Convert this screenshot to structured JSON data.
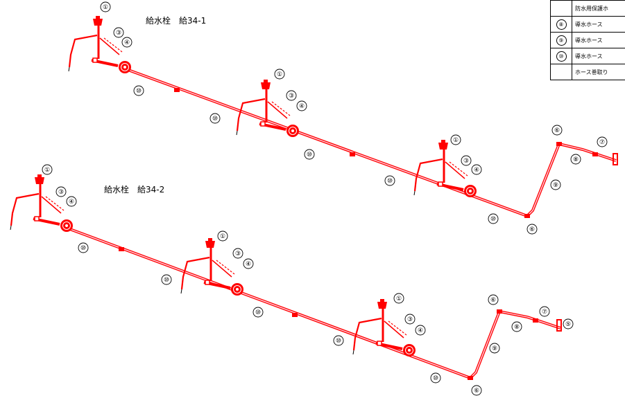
{
  "sections": [
    {
      "title": "給水栓　給34-1"
    },
    {
      "title": "給水栓　給34-2"
    }
  ],
  "legend": [
    {
      "num": "",
      "label": "防水用保護ホ"
    },
    {
      "num": "⑧",
      "label": "導水ホース"
    },
    {
      "num": "⑨",
      "label": "導水ホース"
    },
    {
      "num": "⑩",
      "label": "導水ホース"
    },
    {
      "num": "",
      "label": "ホース巻取り"
    }
  ],
  "callouts": {
    "c1": "①",
    "c3": "③",
    "c4": "④",
    "c5": "⑤",
    "c6": "⑥",
    "c7": "⑦",
    "c8": "⑧",
    "c9": "⑨",
    "c10": "⑩"
  },
  "colors": {
    "pipe": "#ff0000",
    "hose": "#ff3b7a",
    "line": "#000000"
  }
}
